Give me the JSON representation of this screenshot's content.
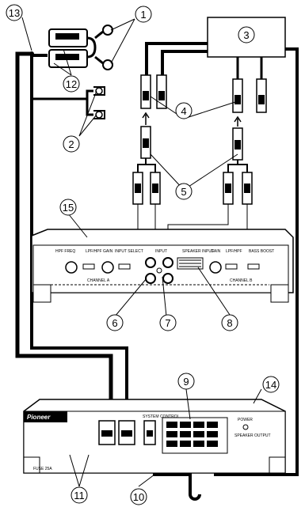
{
  "callouts": [
    "1",
    "2",
    "3",
    "4",
    "5",
    "6",
    "7",
    "8",
    "9",
    "10",
    "11",
    "12",
    "13",
    "14",
    "15"
  ],
  "amp_top": {
    "hpf_freq": "HPF FREQ",
    "lpf_hpf": "LPF/HPF",
    "gain": "GAIN",
    "input_select": "INPUT SELECT",
    "input": "INPUT",
    "speaker_input": "SPEAKER INPUT",
    "gain_right": "GAIN",
    "lpf_hpf_right": "LPF/HPF",
    "bass_boost": "BASS BOOST",
    "channel_a": "CHANNEL A",
    "channel_b": "CHANNEL B"
  },
  "amp_bottom": {
    "brand": "Pioneer",
    "system_control": "SYSTEM CONTROL",
    "power": "POWER",
    "speaker_output": "SPEAKER OUTPUT",
    "fuse": "FUSE 25A"
  }
}
